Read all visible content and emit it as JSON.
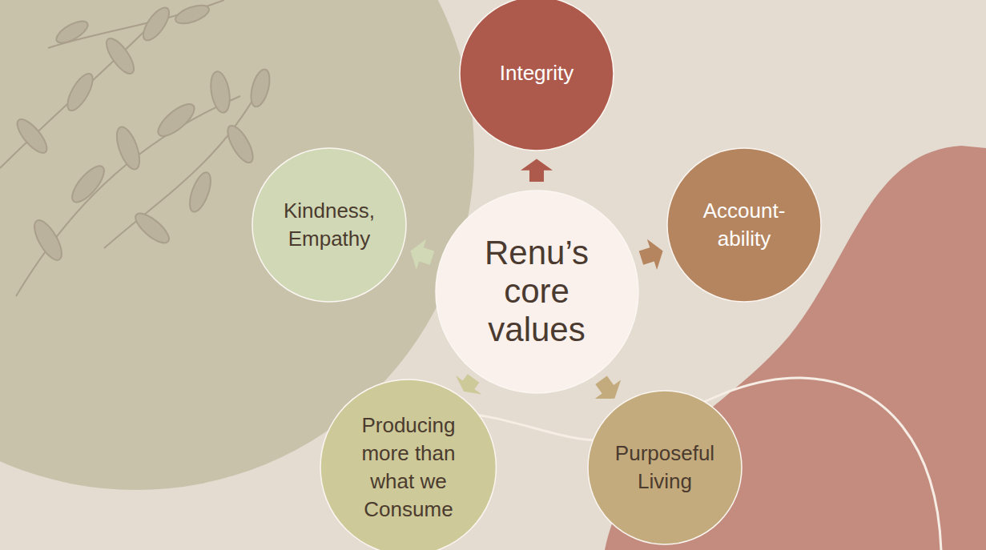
{
  "diagram": {
    "nodes": [
      {
        "text": [
          "Renu’s core values"
        ]
      },
      {
        "text": [
          "Integrity"
        ]
      },
      {
        "text": [
          "Account- ability"
        ]
      },
      {
        "text": [
          "Purposeful Living"
        ]
      },
      {
        "text": [
          "Producing more than what we Consume"
        ]
      },
      {
        "text": [
          "Kindness, Empathy"
        ]
      }
    ],
    "edges": [
      {
        "from": 0,
        "to": 1,
        "arrow": "to"
      },
      {
        "from": 0,
        "to": 2,
        "arrow": "to"
      },
      {
        "from": 0,
        "to": 3,
        "arrow": "to"
      },
      {
        "from": 0,
        "to": 4,
        "arrow": "to"
      },
      {
        "from": 0,
        "to": 5,
        "arrow": "to"
      }
    ]
  }
}
